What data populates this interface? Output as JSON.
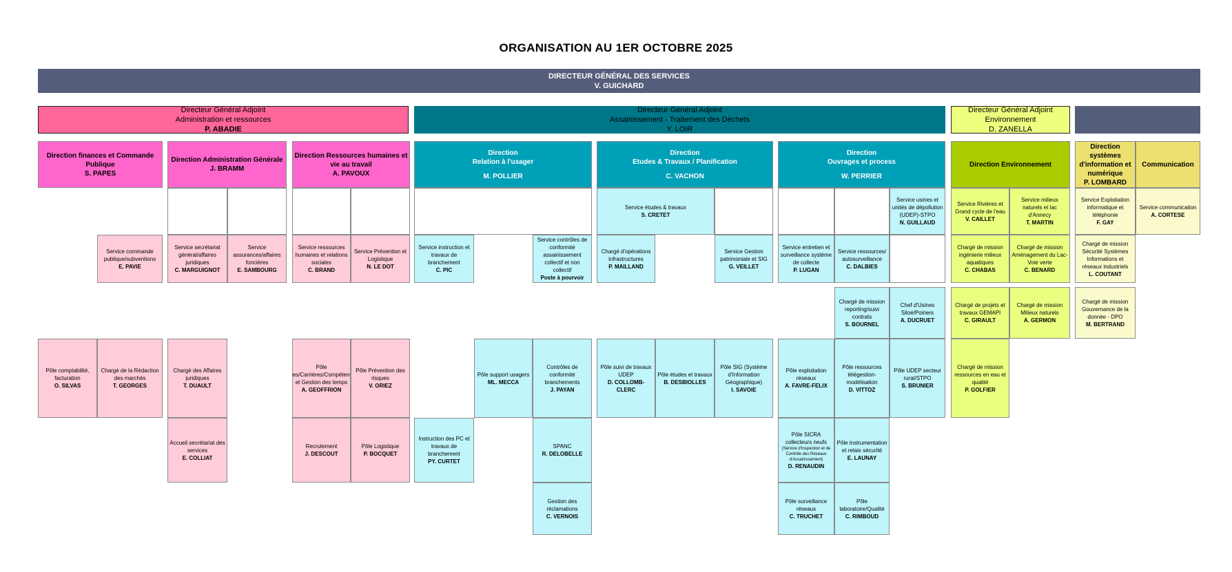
{
  "title": "ORGANISATION AU 1ER OCTOBRE 2025",
  "dg": {
    "line1": "DIRECTEUR GÉNÉRAL DES SERVICES",
    "line2": "V. GUICHARD"
  },
  "dga": [
    {
      "lines": [
        "Directeur Général Adjoint",
        "Administration et ressources",
        "P. ABADIE"
      ],
      "color": "#ff6699"
    },
    {
      "lines": [
        "Directeur Général Adjoint",
        "Assainissement - Traitement des Déchets",
        "Y. LOIR"
      ],
      "color": "#007788"
    },
    {
      "lines": [
        "Directeur Général Adjoint",
        "Environnement",
        "D. ZANELLA"
      ],
      "color": "#eeff80"
    },
    {
      "lines": [],
      "color": "#545d7a"
    }
  ],
  "cells": {
    "d_fin": {
      "text": [
        "Direction finances et Commande Publique"
      ],
      "name": "S. PAPES"
    },
    "d_adm": {
      "text": [
        "Direction Administration Générale"
      ],
      "name": "J. BRAMM"
    },
    "d_rh": {
      "text": [
        "Direction Ressources humaines et vie au travail"
      ],
      "name": "A. PAVOUX"
    },
    "d_rel": {
      "text": [
        "Direction",
        "Relation à l'usager"
      ],
      "name": "M. POLLIER"
    },
    "d_etu": {
      "text": [
        "Direction",
        "Etudes & Travaux / Planification"
      ],
      "name": "C. VACHON"
    },
    "d_ouv": {
      "text": [
        "Direction",
        "Ouvrages et process"
      ],
      "name": "W. PERRIER"
    },
    "d_env": {
      "text": [
        "Direction Environnement"
      ],
      "name": ""
    },
    "d_si": {
      "text": [
        "Direction systèmes d'information et numérique"
      ],
      "name": "P. LOMBARD"
    },
    "d_com": {
      "text": [
        "Communication"
      ],
      "name": ""
    },
    "s_cmd": {
      "text": [
        "Service commande publique/subventions"
      ],
      "name": "E. PAVIE"
    },
    "s_comp": {
      "text": [
        "Pôle comptabilité, facturation"
      ],
      "name": "O. SILVAS"
    },
    "s_red": {
      "text": [
        "Chargé de la Rédaction des marchés"
      ],
      "name": "T. GEORGES"
    },
    "s_sec": {
      "text": [
        "Service secrétariat général/affaires juridiques"
      ],
      "name": "C. MARGUIGNOT"
    },
    "s_ass": {
      "text": [
        "Service assurances/affaires foncières"
      ],
      "name": "E. SAMBOURG"
    },
    "s_jur": {
      "text": [
        "Chargé des Affaires juridiques"
      ],
      "name": "T. DUAULT"
    },
    "s_acc": {
      "text": [
        "Accueil secrétariat des services"
      ],
      "name": "E. COLLIAT"
    },
    "s_rhs": {
      "text": [
        "Service ressources humaines et relations sociales"
      ],
      "name": "C. BRAND"
    },
    "s_prev": {
      "text": [
        "Service Prévention et Logistique"
      ],
      "name": "N. LE DOT"
    },
    "s_paie": {
      "text": [
        "Pôle Paies/Carrières/Compétences et Gestion des temps"
      ],
      "name": "A. GEOFFRION"
    },
    "s_risq": {
      "text": [
        "Pôle Prévention des risques"
      ],
      "name": "V. ORIEZ"
    },
    "s_recr": {
      "text": [
        "Recrutement"
      ],
      "name": "J. DESCOUT"
    },
    "s_log": {
      "text": [
        "Pôle Logistique"
      ],
      "name": "P. BOCQUET"
    },
    "s_inst": {
      "text": [
        "Service instruction et travaux de branchement"
      ],
      "name": "C. PIC"
    },
    "s_ctrl": {
      "text": [
        "Service contrôles de conformité assainissement collectif et non collectif"
      ],
      "name": "Poste à pourvoir"
    },
    "s_supp": {
      "text": [
        "Pôle support usagers"
      ],
      "name": "ML. MECCA"
    },
    "s_conf": {
      "text": [
        "Contrôles de conformité branchements"
      ],
      "name": "J. PAYAN"
    },
    "s_pc": {
      "text": [
        "Instruction des PC et travaux de branchement"
      ],
      "name": "PY. CURTET"
    },
    "s_spanc": {
      "text": [
        "SPANC"
      ],
      "name": "R. DELOBELLE"
    },
    "s_recl": {
      "text": [
        "Gestion des réclamations"
      ],
      "name": "C. VERNOIS"
    },
    "s_etr": {
      "text": [
        "Service études & travaux"
      ],
      "name": "S. CRETET"
    },
    "s_infra": {
      "text": [
        "Chargé d'opérations infrastructures"
      ],
      "name": "P. MAILLAND"
    },
    "s_patr": {
      "text": [
        "Service Gestion patrimoniale et SIG"
      ],
      "name": "G. VEILLET"
    },
    "s_suivi": {
      "text": [
        "Pôle suivi de travaux UDEP"
      ],
      "name": "D. COLLOMB-CLERC"
    },
    "s_pet": {
      "text": [
        "Pôle études et travaux"
      ],
      "name": "B. DESBIOLLES"
    },
    "s_sig": {
      "text": [
        "Pôle SIG (Système d'Information Géographique)"
      ],
      "name": "I. SAVOIE"
    },
    "s_usin": {
      "text": [
        "Service usines et unités de dépollution (UDEP)-STPO"
      ],
      "name": "N. GUILLAUD"
    },
    "s_entr": {
      "text": [
        "Service entretien et surveillance système de collecte"
      ],
      "name": "P. LUGAN"
    },
    "s_auto": {
      "text": [
        "Service ressources/ autosurveillance"
      ],
      "name": "C. DALBIES"
    },
    "s_repo": {
      "text": [
        "Chargé de mission reporting/suivi contrats"
      ],
      "name": "S. BOURNEL"
    },
    "s_chef": {
      "text": [
        "Chef d'Usines Siloé/Poiriers"
      ],
      "name": "A. DUCRUET"
    },
    "s_expl": {
      "text": [
        "Pôle exploitation réseaux"
      ],
      "name": "A. FAVRE-FELIX"
    },
    "s_tele": {
      "text": [
        "Pôle ressources télégestion-modélisation"
      ],
      "name": "D. VITTOZ"
    },
    "s_udep": {
      "text": [
        "Pôle UDEP secteur rural/STPO"
      ],
      "name": "S. BRUNIER"
    },
    "s_sicra": {
      "text": [
        "Pôle SICRA collecteurs neufs"
      ],
      "small": "(Service d'Inspection et de Contrôle des Réseaux d'Assainissement)",
      "name": "D. RENAUDIN"
    },
    "s_instr": {
      "text": [
        "Pôle instrumentation et relais sécurité"
      ],
      "name": "E. LAUNAY"
    },
    "s_surv": {
      "text": [
        "Pôle surveillance réseaux"
      ],
      "name": "C. TRUCHET"
    },
    "s_labo": {
      "text": [
        "Pôle laboratoire/Qualité"
      ],
      "name": "C. RIMBOUD"
    },
    "s_riv": {
      "text": [
        "Service Rivières et Grand cycle de l'eau"
      ],
      "name": "V. CAILLET"
    },
    "s_mil": {
      "text": [
        "Service milieux naturels et lac d'Annecy"
      ],
      "name": "T. MARTIN"
    },
    "s_ing": {
      "text": [
        "Chargé de mission ingénierie milieux aquatiques"
      ],
      "name": "C. CHABAS"
    },
    "s_amen": {
      "text": [
        "Chargé de mission Aménagement du Lac-Voie verte"
      ],
      "name": "C. BENARD"
    },
    "s_gema": {
      "text": [
        "Chargé de projets et travaux GEMAPI"
      ],
      "name": "C. GIRAULT"
    },
    "s_miln": {
      "text": [
        "Chargé de mission Milieux naturels"
      ],
      "name": "A. GERMON"
    },
    "s_reau": {
      "text": [
        "Chargé de mission ressources en eau et qualité"
      ],
      "name": "P. GOLFIER"
    },
    "s_expi": {
      "text": [
        "Service Exploitation informatique et téléphonie"
      ],
      "name": "F. GAY"
    },
    "s_scom": {
      "text": [
        "Service communication"
      ],
      "name": "A. CORTESE"
    },
    "s_secu": {
      "text": [
        "Chargé de mission Sécurité Systèmes Informations et réseaux industriels"
      ],
      "name": "L. COUTANT"
    },
    "s_gouv": {
      "text": [
        "Chargé de mission Gouvernance de la donnée - DPO"
      ],
      "name": "M. BERTRAND"
    }
  }
}
